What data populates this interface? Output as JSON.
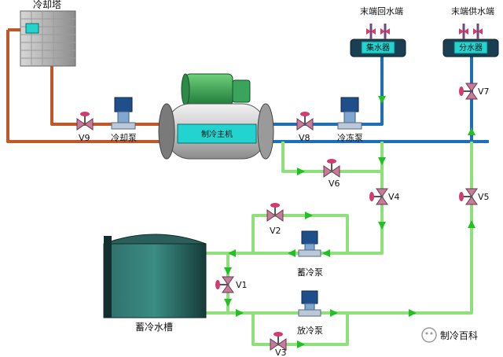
{
  "labels": {
    "cooling_tower": "冷却塔",
    "chiller": "制冷主机",
    "cooling_pump": "冷却泵",
    "chilled_pump": "冷冻泵",
    "return_end": "末端回水端",
    "supply_end": "末端供水端",
    "collector": "集水器",
    "distributor": "分水器",
    "storage_tank": "蓄冷水槽",
    "storage_pump": "蓄冷泵",
    "release_pump": "放冷泵",
    "watermark": "制冷百科"
  },
  "valves": {
    "v1": "V1",
    "v2": "V2",
    "v3": "V3",
    "v4": "V4",
    "v5": "V5",
    "v6": "V6",
    "v7": "V7",
    "v8": "V8",
    "v9": "V9"
  },
  "colors": {
    "cooling_pipe": "#c0582a",
    "chilled_pipe": "#1f6fb8",
    "storage_pipe": "#8ee07a",
    "flow_arrow": "#22c022",
    "equipment_screen": "#23d3cf",
    "tank": "#1f4d4a"
  }
}
